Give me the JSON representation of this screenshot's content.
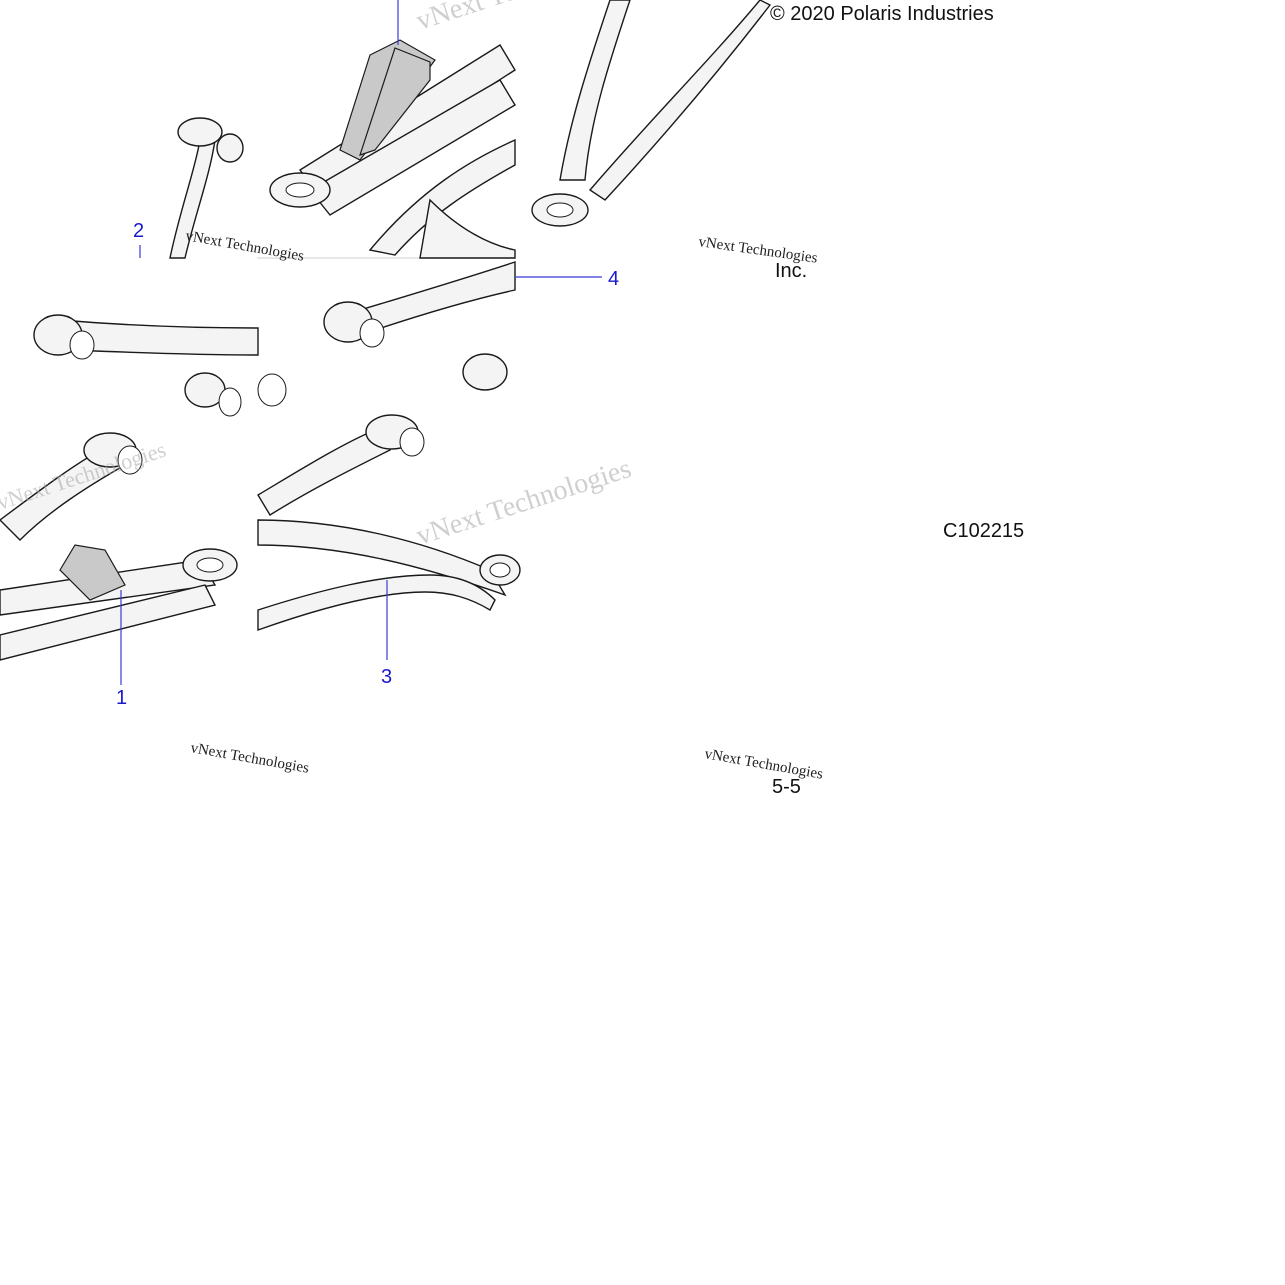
{
  "copyright": "© 2020 Polaris Industries",
  "copyright_cont": "Inc.",
  "diagram_code": "C102215",
  "page_ref": "5-5",
  "watermark_text": "vNext Technologies",
  "callouts": [
    {
      "id": "1",
      "label": "1"
    },
    {
      "id": "2",
      "label": "2"
    },
    {
      "id": "3",
      "label": "3"
    },
    {
      "id": "4",
      "label": "4"
    }
  ]
}
